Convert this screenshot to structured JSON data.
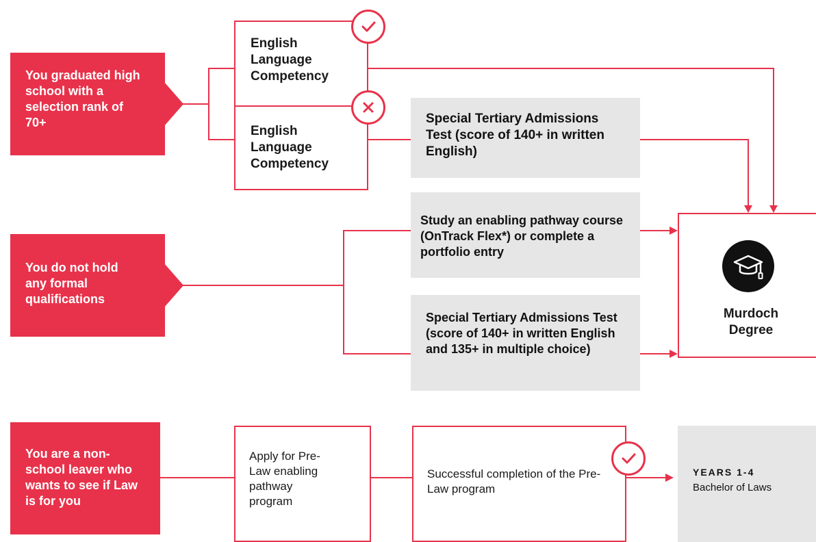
{
  "rows": {
    "graduated": "You graduated high school with a selection rank of 70+",
    "no_quals": "You do not hold any formal qualifications",
    "non_school": "You are a non-school leaver who wants to see if Law is for you"
  },
  "boxes": {
    "elc_pass": "English Language Competency",
    "elc_fail": "English Language Competency",
    "stat_written": "Special Tertiary Admissions Test (score of 140+ in written English)",
    "enabling": "Study an enabling pathway course (OnTrack Flex*) or complete a portfolio entry",
    "stat_full": "Special Tertiary Admissions Test (score of 140+ in written English and 135+ in multiple choice)",
    "murdoch_degree": "Murdoch Degree",
    "apply_prelaw": "Apply for Pre-Law enabling pathway program",
    "complete_prelaw": "Successful completion of the Pre-Law program",
    "years": "YEARS 1-4",
    "bachelor": "Bachelor of Laws"
  },
  "icons": {
    "pass": "check-icon",
    "fail": "cross-icon",
    "degree": "graduation-cap-icon"
  },
  "colors": {
    "accent": "#e8324b",
    "grey_box": "#e6e6e6"
  }
}
